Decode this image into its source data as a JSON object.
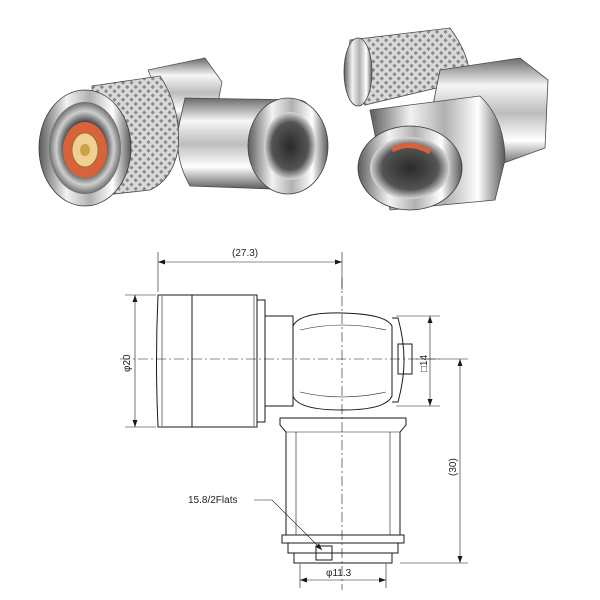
{
  "product": {
    "left_photo_icon": "n-male-right-angle-connector-front-view",
    "right_photo_icon": "n-male-right-angle-connector-rear-view",
    "colors": {
      "metal_light": "#f4f4f4",
      "metal_mid": "#b9b9b9",
      "metal_dark": "#4a4a4a",
      "insulator_orange": "#d8623a",
      "pin_gold": "#c9a24a",
      "line": "#1a1a1a"
    }
  },
  "drawing": {
    "dim_width_label": "(27.3)",
    "dim_diameter_label": "φ20",
    "dim_square_label": "□14",
    "dim_height_label": "(30)",
    "dim_flats_label": "15.8/2Flats",
    "dim_bottom_diameter_label": "φ11.3"
  }
}
